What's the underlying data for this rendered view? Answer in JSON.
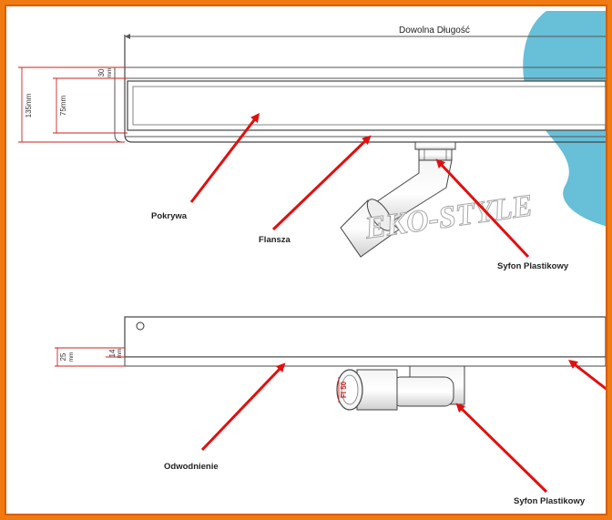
{
  "colors": {
    "frame": "#f07a12",
    "arrow": "#e01010",
    "dimension_line": "#cc2222",
    "water": "#67bfd8",
    "outline": "#444444"
  },
  "top_view": {
    "length_label": "Dowolna Długość",
    "dim_30": "30",
    "dim_30_unit": "mm",
    "dim_135": "135mm",
    "dim_75": "75mm",
    "label_cover": "Pokrywa",
    "label_flange": "Flansza",
    "label_siphon": "Syfon Plastikowy"
  },
  "bottom_view": {
    "dim_14": "14",
    "dim_14_unit": "mm",
    "dim_25": "25",
    "dim_25_unit": "mm",
    "pipe_label": "FI 50",
    "label_drain": "Odwodnienie",
    "label_siphon": "Syfon Plastikowy"
  },
  "watermark": "EKO-STYLE"
}
